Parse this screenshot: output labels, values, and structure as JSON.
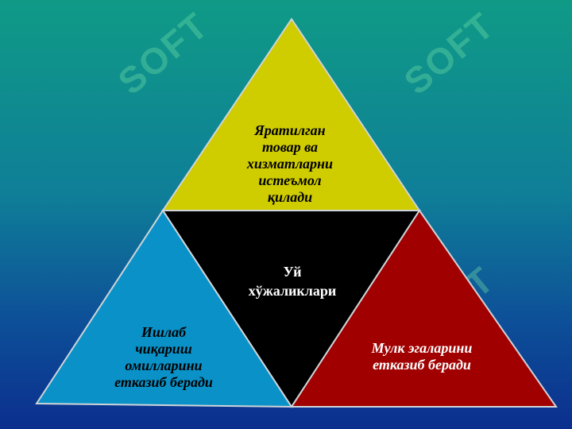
{
  "diagram": {
    "top_label": [
      "Яратилган",
      "товар ва",
      "хизматларни",
      "истеъмол",
      "қилади"
    ],
    "center_label": [
      "Уй",
      "хўжаликлари"
    ],
    "left_label": [
      "Ишлаб",
      "чиқариш",
      "омилларини",
      "етказиб беради"
    ],
    "right_label": [
      "Мулк эгаларини",
      "етказиб беради"
    ]
  },
  "watermark": {
    "text": "SOFT"
  },
  "colors": {
    "top_triangle": "#cfcc00",
    "center_triangle": "#000000",
    "left_triangle": "#0a92c8",
    "right_triangle": "#a10000",
    "outline": "#cfd4d8"
  }
}
